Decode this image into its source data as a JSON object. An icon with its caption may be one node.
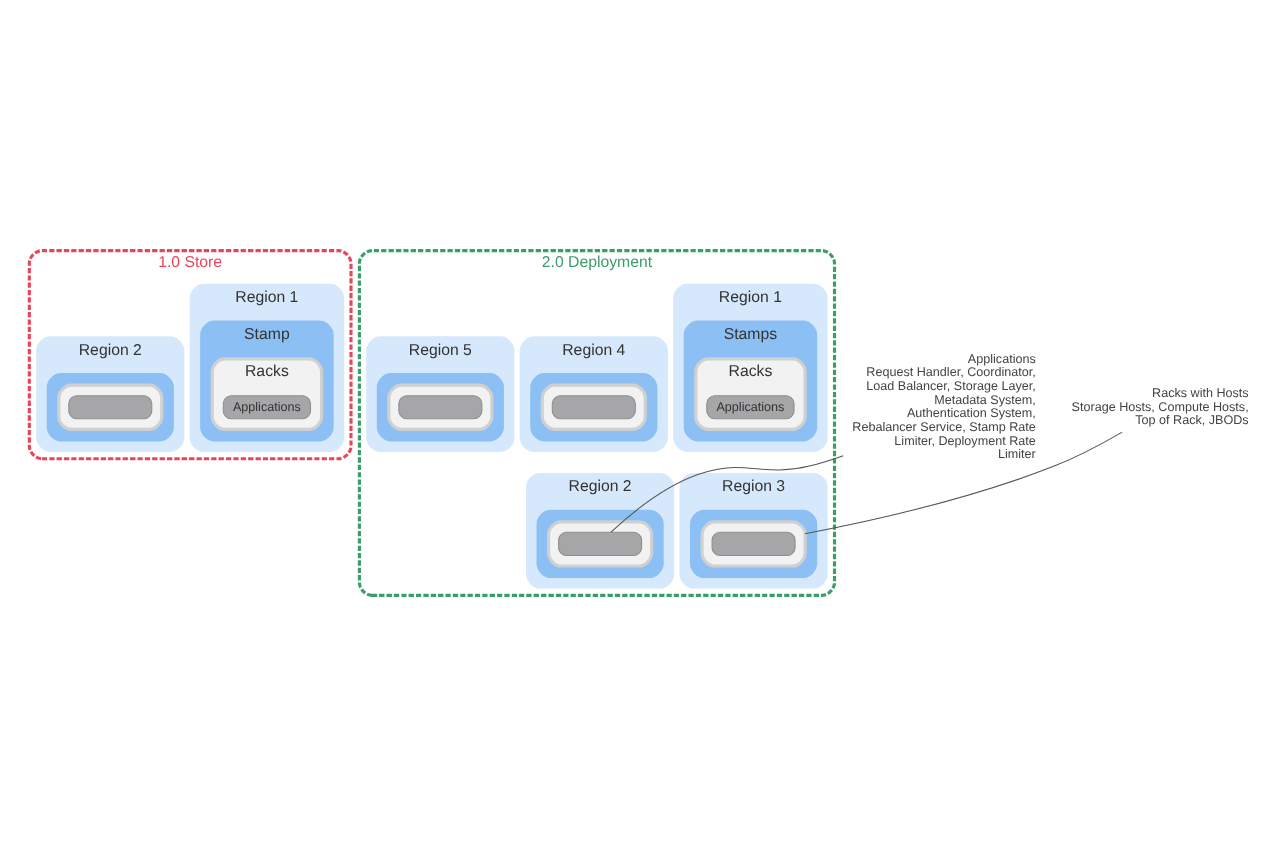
{
  "diagram": {
    "nodes": [
      {
        "text": [
          "1.0 Store"
        ]
      },
      {
        "text": [
          "Region 1"
        ],
        "in": 0
      },
      {
        "text": [
          "Stamp"
        ],
        "in": 1
      },
      {
        "text": [
          "Racks"
        ],
        "in": 2
      },
      {
        "text": [
          "Applications"
        ],
        "in": 3
      },
      {
        "text": [
          "Region 2"
        ],
        "in": 0
      },
      {
        "text": [],
        "shape": "box",
        "in": 5
      },
      {
        "text": [],
        "shape": "box",
        "in": 6
      },
      {
        "text": [],
        "shape": "box",
        "in": 7
      },
      {
        "text": [
          "2.0 Deployment"
        ]
      },
      {
        "text": [
          "Region 1"
        ],
        "in": 9
      },
      {
        "text": [
          "Stamps"
        ],
        "in": 10
      },
      {
        "text": [
          "Racks"
        ],
        "in": 11
      },
      {
        "text": [
          "Applications"
        ],
        "in": 12
      },
      {
        "text": [
          "Region 2"
        ],
        "in": 9
      },
      {
        "text": [],
        "shape": "box",
        "in": 14
      },
      {
        "text": [],
        "shape": "box",
        "in": 15
      },
      {
        "text": [],
        "shape": "box",
        "in": 16
      },
      {
        "text": [
          "Region 3"
        ],
        "in": 9
      },
      {
        "text": [],
        "shape": "box",
        "in": 18
      },
      {
        "text": [],
        "shape": "box",
        "in": 19
      },
      {
        "text": [],
        "shape": "box",
        "in": 20
      },
      {
        "text": [
          "Region 4"
        ],
        "in": 9
      },
      {
        "text": [],
        "shape": "box",
        "in": 22
      },
      {
        "text": [],
        "shape": "box",
        "in": 23
      },
      {
        "text": [],
        "shape": "box",
        "in": 24
      },
      {
        "text": [
          "Region 5"
        ],
        "in": 9
      },
      {
        "text": [],
        "shape": "box",
        "in": 26
      },
      {
        "text": [],
        "shape": "box",
        "in": 27
      },
      {
        "text": [],
        "shape": "box",
        "in": 28
      },
      {
        "text": [
          "Applications",
          "Request Handler, Coordinator, Load Balancer, Storage Layer, Metadata System, Authentication System, Rebalancer Service, Stamp Rate Limiter, Deployment Rate Limiter"
        ]
      },
      {
        "text": [
          "Racks with Hosts",
          "Storage Hosts, Compute Hosts, Top of Rack, JBODs"
        ]
      }
    ],
    "edges": [
      {
        "from": 30,
        "to": 17,
        "arrow": "none"
      },
      {
        "from": 31,
        "to": 20,
        "arrow": "none"
      }
    ]
  }
}
